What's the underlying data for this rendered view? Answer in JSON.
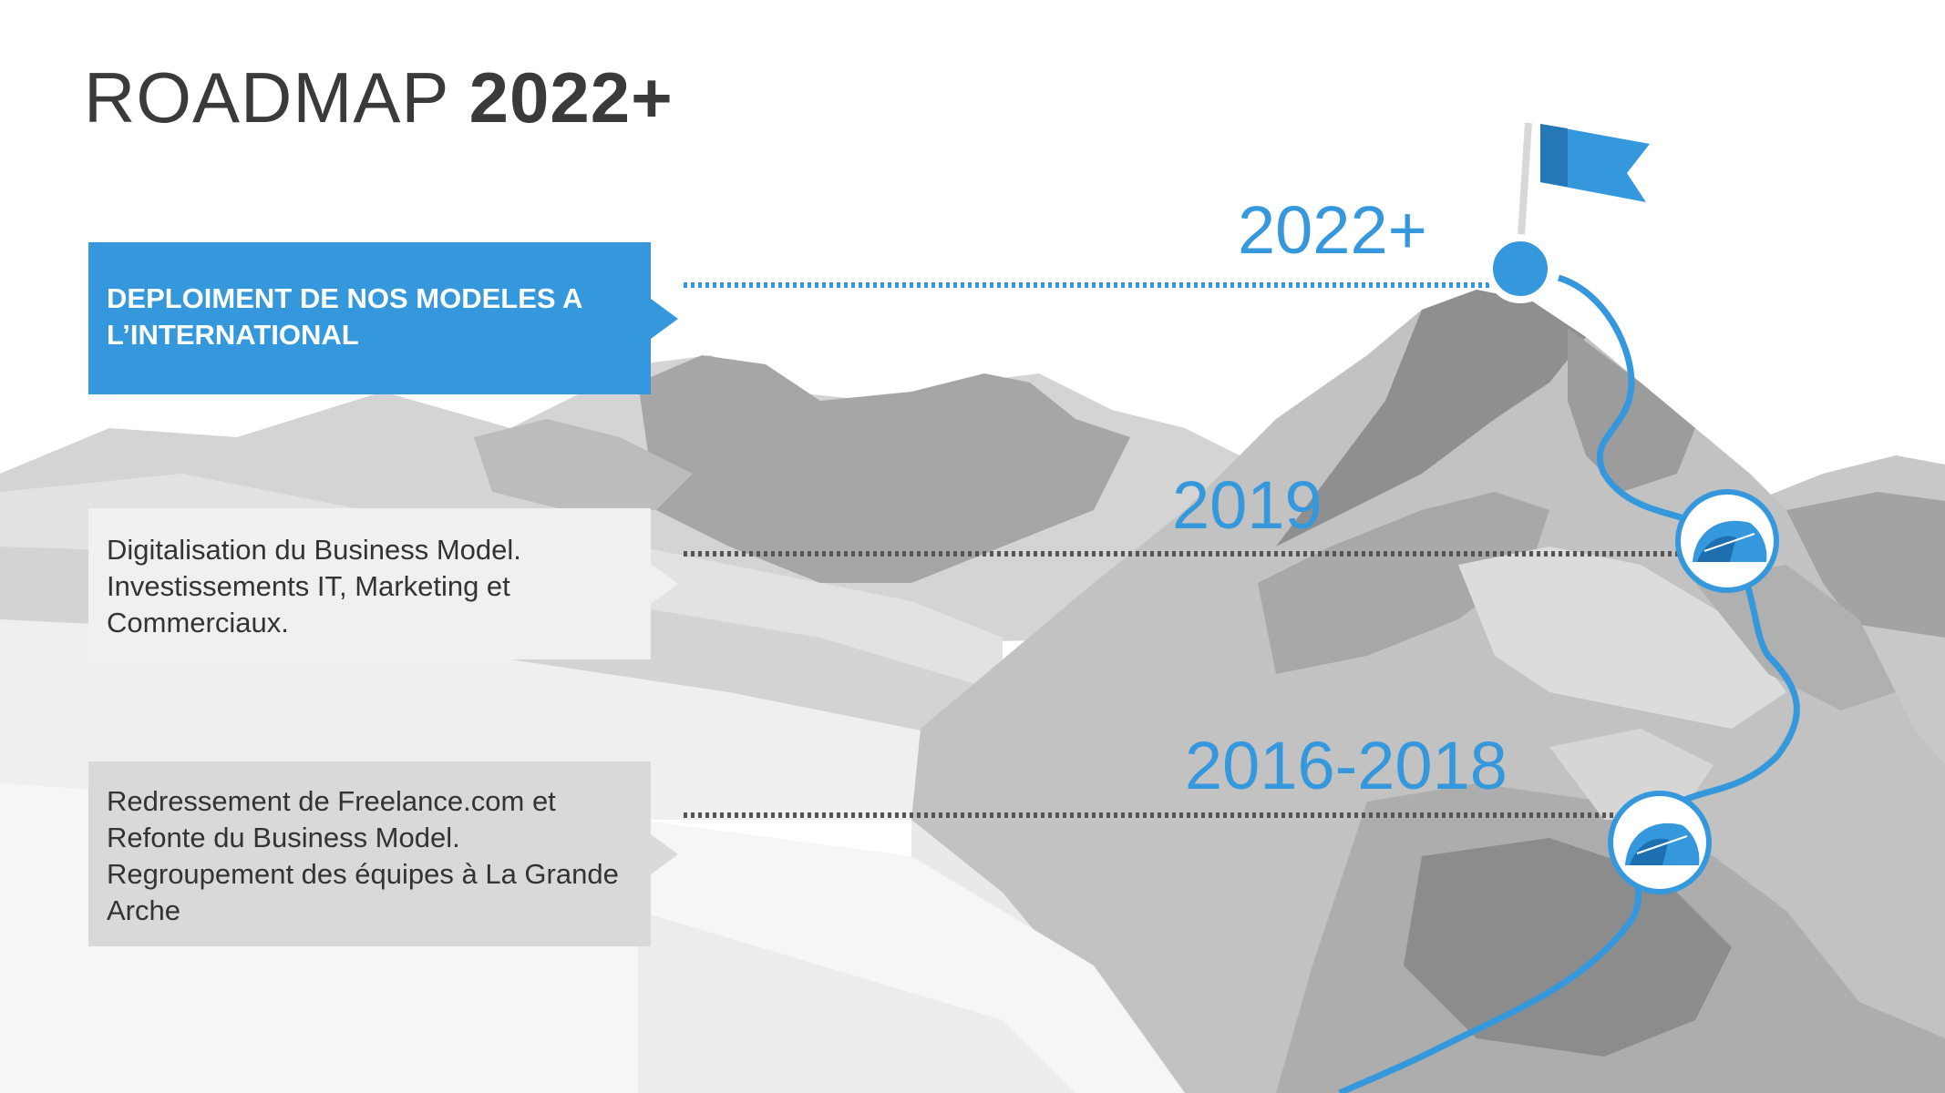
{
  "title": {
    "regular": "ROADMAP ",
    "bold": "2022+"
  },
  "milestones": [
    {
      "year": "2022+",
      "text": "DEPLOIMENT DE NOS MODELES A L’INTERNATIONAL",
      "icon": "flag-icon"
    },
    {
      "year": "2019",
      "text": "Digitalisation du Business Model. Investissements IT, Marketing et Commerciaux.",
      "icon": "tent-icon"
    },
    {
      "year": "2016-2018",
      "text": "Redressement de Freelance.com et Refonte du Business Model. Regroupement des équipes à La Grande Arche",
      "icon": "tent-icon"
    }
  ],
  "colors": {
    "accent": "#3598dc",
    "title": "#3a3a3a",
    "dots_dark": "#555555"
  }
}
